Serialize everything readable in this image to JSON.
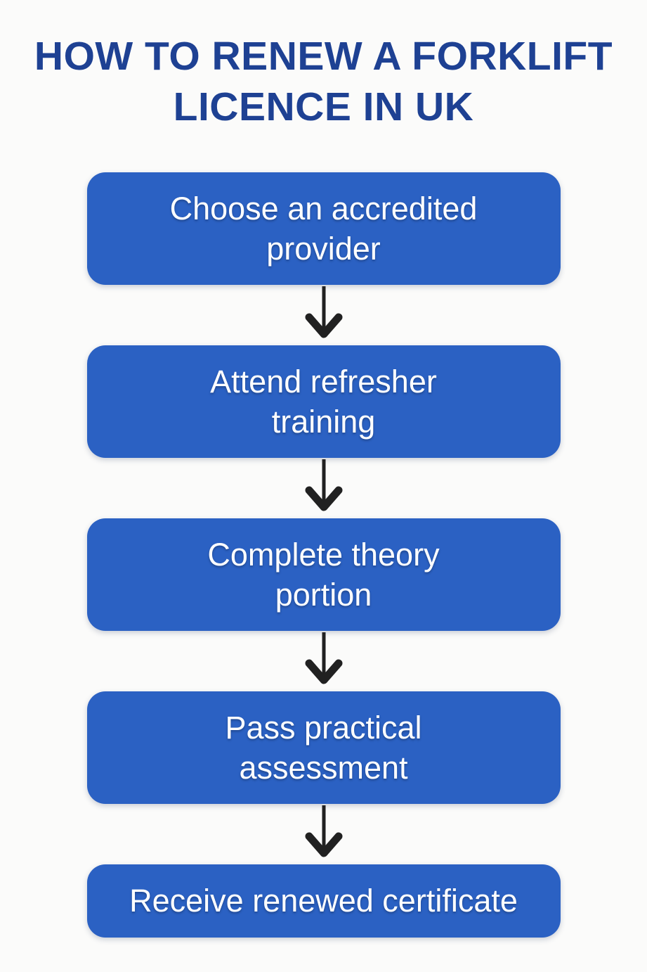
{
  "header": {
    "title_line1": "HOW TO RENEW A",
    "title_line2": "FORKLIFT LICENCE IN UK"
  },
  "steps": [
    {
      "lines": [
        "Choose an accredited",
        "provider"
      ]
    },
    {
      "lines": [
        "Attend refresher",
        "training"
      ]
    },
    {
      "lines": [
        "Complete theory",
        "portion"
      ]
    },
    {
      "lines": [
        "Pass practical",
        "assessment"
      ]
    },
    {
      "lines": [
        "Receive renewed certificate"
      ]
    }
  ],
  "colors": {
    "box_blue": "#2b61c3",
    "title_navy": "#1e4193",
    "arrow_black": "#212121",
    "background": "#fbfbfa",
    "box_text": "#ffffff"
  }
}
